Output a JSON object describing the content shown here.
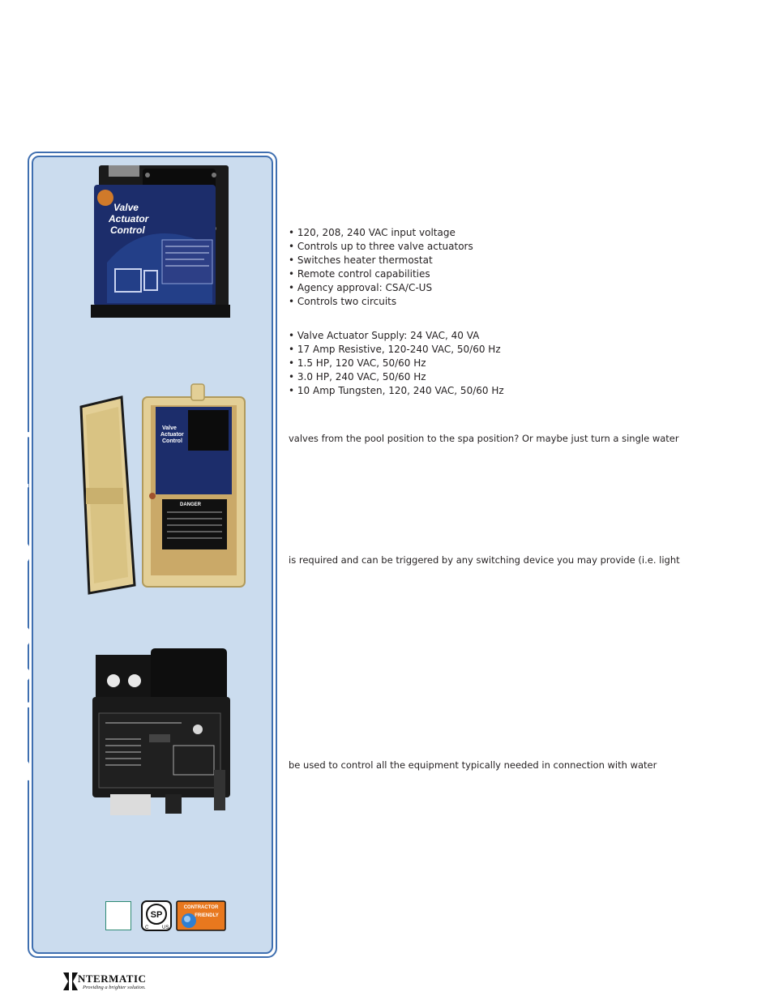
{
  "sidebar": {
    "title": "Pool & Spa Controls",
    "products": [
      {
        "name": "Valve Actuator Control unit",
        "label_line1": "Valve",
        "label_line2": "Actuator",
        "label_line3": "Control"
      },
      {
        "name": "Valve Actuator Control in beige enclosure",
        "warning_label": "DANGER"
      },
      {
        "name": "Electronic Pool & Spa Control unit"
      }
    ],
    "certifications": [
      {
        "name": "blank-cert",
        "text": ""
      },
      {
        "name": "csa-cert",
        "text": "SP",
        "c": "C",
        "us": "US"
      },
      {
        "name": "contractor-friendly-cert",
        "text_top": "CONTRACTOR",
        "text_bottom": "FRIENDLY"
      }
    ]
  },
  "features": [
    "120, 208, 240 VAC input voltage",
    "Controls up to three valve actuators",
    "Switches heater thermostat",
    "Remote control capabilities",
    "Agency approval: CSA/C-US",
    "Controls two circuits"
  ],
  "ratings": [
    "Valve Actuator Supply: 24 VAC, 40 VA",
    "17 Amp Resistive, 120-240 VAC, 50/60 Hz",
    "1.5 HP, 120 VAC, 50/60 Hz",
    "3.0 HP, 240 VAC, 50/60 Hz",
    "10 Amp Tungsten, 120, 240 VAC, 50/60 Hz"
  ],
  "paragraphs": [
    "valves from the pool position to the spa position? Or maybe just turn a single water",
    "is required and can be triggered by any switching device you may provide (i.e. light",
    "be used to control all the equipment typically needed in connection with water"
  ],
  "footer": {
    "brand": "NTERMATIC",
    "tagline": "Providing a brighter solution."
  },
  "colors": {
    "panel_fill": "#cbdcee",
    "panel_border": "#3f6fb0",
    "device_blue": "#1c2d6b",
    "enclosure_beige": "#e3cf96",
    "badge_orange": "#e8781e"
  }
}
